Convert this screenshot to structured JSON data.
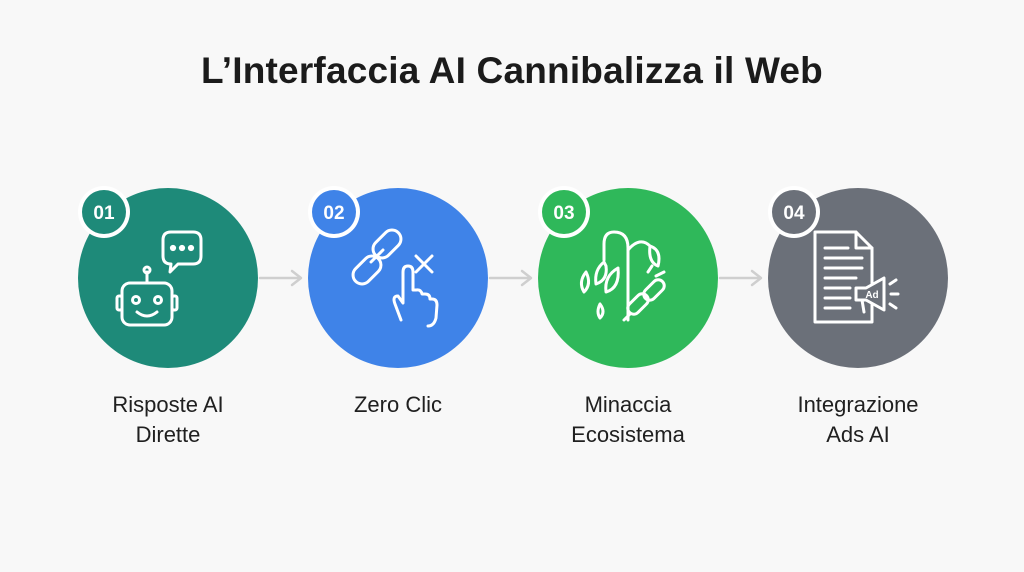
{
  "title": "L’Interfaccia AI Cannibalizza il Web",
  "steps": [
    {
      "number": "01",
      "label_lines": [
        "Risposte AI",
        "Dirette"
      ],
      "icon": "chatbot-icon",
      "color": "#1e8a79",
      "badge_color": "#1e8a79"
    },
    {
      "number": "02",
      "label_lines": [
        "Zero Clic"
      ],
      "icon": "broken-link-click-icon",
      "color": "#3f83e8",
      "badge_color": "#3f83e8"
    },
    {
      "number": "03",
      "label_lines": [
        "Minaccia",
        "Ecosistema"
      ],
      "icon": "wilting-plant-broken-chain-icon",
      "color": "#2fb85a",
      "badge_color": "#2fb85a"
    },
    {
      "number": "04",
      "label_lines": [
        "Integrazione",
        "Ads AI"
      ],
      "icon": "document-megaphone-icon",
      "color": "#6b7079",
      "badge_color": "#6b7079"
    }
  ],
  "arrow_color": "#cfcfcf"
}
